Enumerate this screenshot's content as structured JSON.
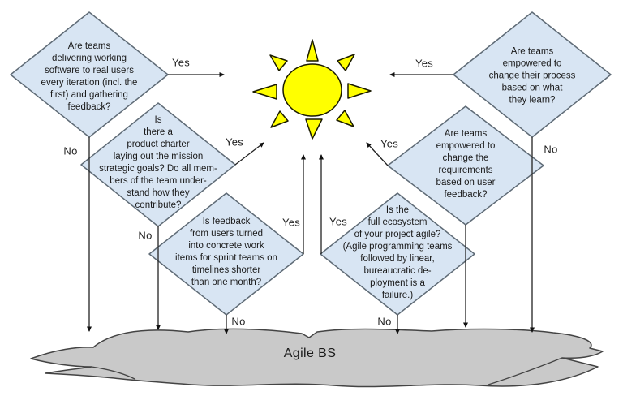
{
  "diagram": {
    "nodes": [
      {
        "id": "working-software",
        "text": "Are teams\ndelivering working\nsoftware to real users\nevery iteration (incl. the\nfirst) and gathering\nfeedback?",
        "yes_label": "Yes",
        "no_label": "No"
      },
      {
        "id": "product-charter",
        "text": "Is\nthere a\nproduct charter\nlaying out the mission\nstrategic goals? Do all mem-\nbers of the team under-\nstand how they\ncontribute?",
        "yes_label": "Yes",
        "no_label": "No"
      },
      {
        "id": "feedback-work-items",
        "text": "Is feedback\nfrom users turned\ninto concrete work\nitems for sprint teams on\ntimelines shorter\nthan one month?",
        "yes_label": "Yes",
        "no_label": "No"
      },
      {
        "id": "change-process",
        "text": "Are teams\nempowered to\nchange their process\nbased on what\nthey learn?",
        "yes_label": "Yes",
        "no_label": "No"
      },
      {
        "id": "change-requirements",
        "text": "Are teams\nempowered to\nchange the\nrequirements\nbased on user\nfeedback?",
        "yes_label": "Yes"
      },
      {
        "id": "full-ecosystem",
        "text": "Is the\nfull ecosystem\nof your project agile?\n(Agile programming teams\nfollowed by linear,\nbureaucratic de-\nployment is a\nfailure.)",
        "yes_label": "Yes",
        "no_label": "No"
      }
    ],
    "sink_label": "Agile BS",
    "colors": {
      "node_fill": "#d8e5f3",
      "node_border": "#5f6b76",
      "sun_fill": "#ffff00",
      "sun_border": "#1a1a00",
      "cloud_fill": "#c9c9c9",
      "cloud_border": "#444444",
      "line": "#222222",
      "text": "#1a1a1a"
    }
  }
}
